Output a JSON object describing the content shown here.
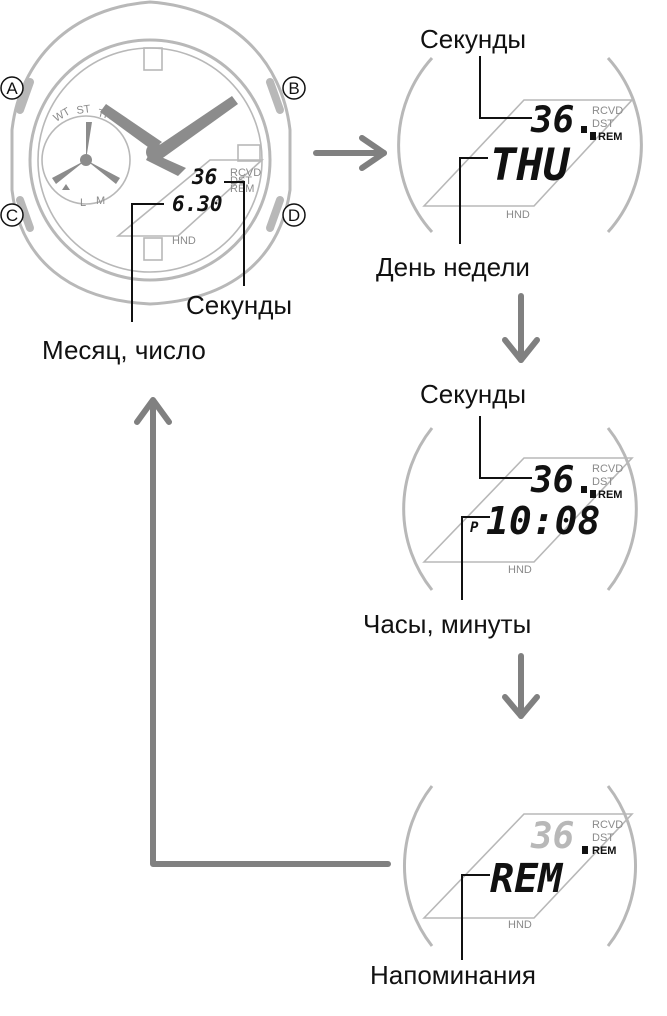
{
  "watch": {
    "button_a": "A",
    "button_b": "B",
    "button_c": "C",
    "button_d": "D",
    "subdial_marks": [
      "WT",
      "ST",
      "TR",
      "L",
      "M"
    ],
    "indicators": [
      "RCVD",
      "DST",
      "REM"
    ],
    "hnd_label": "HND",
    "lcd_seconds": "36",
    "lcd_date": "6.30",
    "caption_seconds": "Секунды",
    "caption_month_day": "Месяц, число"
  },
  "screens": [
    {
      "top_caption": "Секунды",
      "seconds": "36",
      "main_text": "THU",
      "pm_marker": "",
      "bottom_caption": "День недели",
      "seconds_dim": false
    },
    {
      "top_caption": "Секунды",
      "seconds": "36",
      "main_text": "10:08",
      "pm_marker": "P",
      "bottom_caption": "Часы, минуты",
      "seconds_dim": false
    },
    {
      "top_caption": "",
      "seconds": "36",
      "main_text": "REM",
      "pm_marker": "",
      "bottom_caption": "Напоминания",
      "seconds_dim": true
    }
  ],
  "indicators": {
    "rcvd": "RCVD",
    "dst": "DST",
    "rem": "REM",
    "hnd": "HND"
  },
  "colors": {
    "outline": "#b8b8b8",
    "arrow": "#808080",
    "text": "#111111",
    "hands": "#8c8c8c"
  }
}
